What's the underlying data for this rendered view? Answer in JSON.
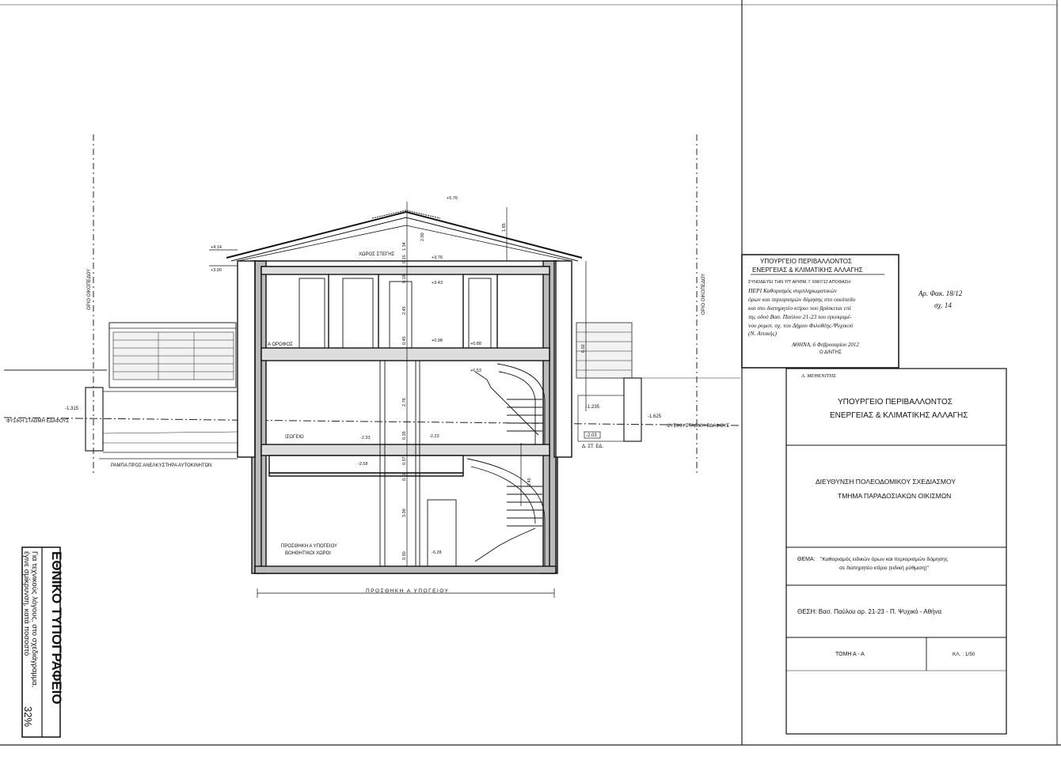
{
  "section": {
    "attic": "ΧΩΡΟΣ ΣΤΕΓΗΣ",
    "first_floor": "Α ΟΡΟΦΟΣ",
    "ground_floor": "ΙΣΟΓΕΙΟ",
    "basement": "ΠΡΟΣΘΗΚΗ Α ΥΠΟΓΕΙΟΥ",
    "basement_sub": "ΒΟΗΘΗΤΙΚΟΙ ΧΩΡΟΙ",
    "ramp": "ΡΑΜΠΑ ΠΡΟΣ ΑΝΕΛΚΥΣΤΗΡΑ ΑΥΤΟΚΙΝΗΤΩΝ",
    "ground_left": "ΦΥΣΙΚΗ ΣΤΑΘΜΗ ΕΔΑΦΟΥΣ",
    "ground_right": "ΦΥΣΙΚΗ ΣΤΑΘΜΗ ΕΔΑΦΟΥΣ",
    "plot_left": "ΟΡΙΟ ΟΙΚΟΠΕΔΟΥ",
    "plot_right": "ΟΡΙΟ ΟΙΚΟΠΕΔΟΥ",
    "street": "Δ. ΣΤ. ΕΔ.",
    "bottom_dim": "ΠΡΟΣΘΗΚΗ Α ΥΠΟΓΕΙΟΥ"
  },
  "levels": {
    "ridge": "+5.76",
    "eave_top": "+4.14",
    "eave_bottom": "+3.90",
    "attic_floor": "+3.76",
    "first_ceiling": "+3.43",
    "first_floor": "+0.98",
    "first_floor_b": "+0.88",
    "stair_landing": "+0.53",
    "ground_left_lvl": "-1.315",
    "ground_right_lvl": "-1.625",
    "ground_right_b": "-1.235",
    "ground_floor_a": "-2.33",
    "ground_floor_b": "-2.23",
    "street_lvl": "-2.03",
    "basement_slab": "-2.58",
    "basement_floor": "-6.28"
  },
  "dims": {
    "d200": "2.00",
    "d134": "1.34",
    "d185": "1.85",
    "d015": "0.15",
    "d018": "0.18",
    "d245": "2.45",
    "d045": "0.45",
    "d602": "6.02",
    "d276": "2.76",
    "d035": "0.35",
    "d057": "0.57",
    "d010": "0.10",
    "d300": "3.00",
    "d050": "0.50",
    "d245b": "2.45"
  },
  "stamp": {
    "line1": "ΥΠΟΥΡΓΕΙΟ ΠΕΡΙΒΑΛΛΟΝΤΟΣ",
    "line2": "ΕΝΕΡΓΕΙΑΣ & ΚΛΙΜΑΤΙΚΗΣ ΑΛΛΑΓΗΣ",
    "line3": "ΣΥΝΟΔΕΥΕΙ ΤΗΝ ΥΠ' ΑΡΙΘΜ. Γ 6987/12 ΑΠΟΦΑΣΗ",
    "hw1": "ΠΕΡΙ Καθορισμός συμπληρωματικών",
    "hw2": "όρων και περιορισμών δόμησης στο οικόπεδο",
    "hw3": "και στο διατηρητέο κτίριο που βρίσκεται επί",
    "hw4": "της οδού Βασ. Παύλου 21-23 του εγκεκριμέ-",
    "hw5": "νου ρυμοτ. σχ. του Δήμου Φιλοθέης-Ψυχικού",
    "hw6": "(Ν. Αττικής)",
    "date": "ΑΘΗΝΑ, 6 Φεβρουαρίου 2012",
    "signer": "Ο Δ/ΝΤΗΣ",
    "name": "Α. ΜΕΘΕΝΙΤΗΣ"
  },
  "file_note": {
    "line1": "Αρ. Φακ. 18/12",
    "line2": "σχ. 14"
  },
  "title_block": {
    "ministry1": "ΥΠΟΥΡΓΕΙΟ ΠΕΡΙΒΑΛΛΟΝΤΟΣ",
    "ministry2": "ΕΝΕΡΓΕΙΑΣ & ΚΛΙΜΑΤΙΚΗΣ ΑΛΛΑΓΗΣ",
    "dept1": "ΔΙΕΥΘΥΝΣΗ ΠΟΛΕΟΔΟΜΙΚΟΥ ΣΧΕΔΙΑΣΜΟΥ",
    "dept2": "ΤΜΗΜΑ ΠΑΡΑΔΟΣΙΑΚΩΝ ΟΙΚΙΣΜΩΝ",
    "subject_label": "ΘΕΜΑ:",
    "subject1": "\"Καθορισμός ειδικών όρων και περιορισμών δόμησης",
    "subject2": "σε διατηρητέο κτίριο (ειδική ρύθμιση)\"",
    "location": "ΘΕΣΗ: Βασ. Παύλου αρ. 21-23 - Π. Ψυχικό - Αθήνα",
    "drawing": "ΤΟΜΗ Α - Α",
    "scale": "ΚΛ. : 1/50"
  },
  "typographer": {
    "title": "ΕΘΝΙΚΟ ΤΥΠΟΓΡΑΦΕΙΟ",
    "line1": "Για τεχνικούς λόγους, στο σχεδιάγραμμα,",
    "line2": "έγινε σμίκρυνση, κατά ποσοστό",
    "percent": "32%"
  }
}
